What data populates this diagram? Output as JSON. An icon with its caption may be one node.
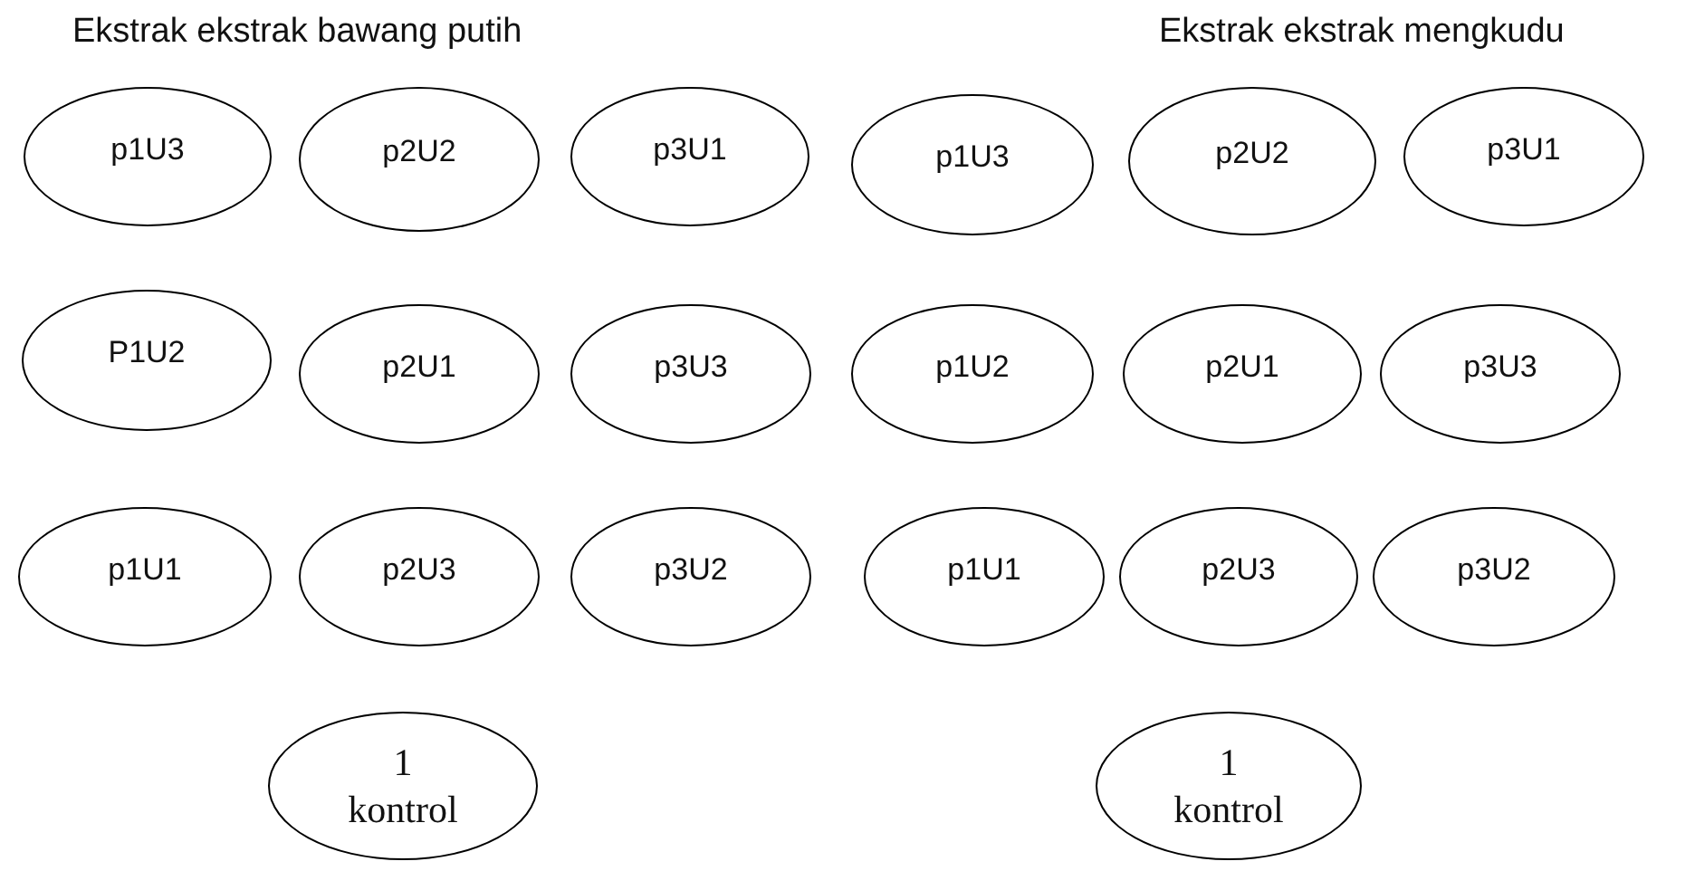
{
  "diagram": {
    "nodes": [
      {
        "text": [
          "p1U3"
        ]
      },
      {
        "text": [
          "p2U2"
        ]
      },
      {
        "text": [
          "p3U1"
        ]
      },
      {
        "text": [
          "P1U2"
        ]
      },
      {
        "text": [
          "p2U1"
        ]
      },
      {
        "text": [
          "p3U3"
        ]
      },
      {
        "text": [
          "p1U1"
        ]
      },
      {
        "text": [
          "p2U3"
        ]
      },
      {
        "text": [
          "p3U2"
        ]
      },
      {
        "text": [
          "1 kontrol"
        ]
      },
      {
        "text": [
          "p1U3"
        ]
      },
      {
        "text": [
          "p2U2"
        ]
      },
      {
        "text": [
          "p3U1"
        ]
      },
      {
        "text": [
          "p1U2"
        ]
      },
      {
        "text": [
          "p2U1"
        ]
      },
      {
        "text": [
          "p3U3"
        ]
      },
      {
        "text": [
          "p1U1"
        ]
      },
      {
        "text": [
          "p2U3"
        ]
      },
      {
        "text": [
          "p3U2"
        ]
      },
      {
        "text": [
          "1 kontrol"
        ]
      }
    ],
    "labels": [
      "Ekstrak ekstrak bawang putih",
      "Ekstrak ekstrak mengkudu"
    ]
  }
}
